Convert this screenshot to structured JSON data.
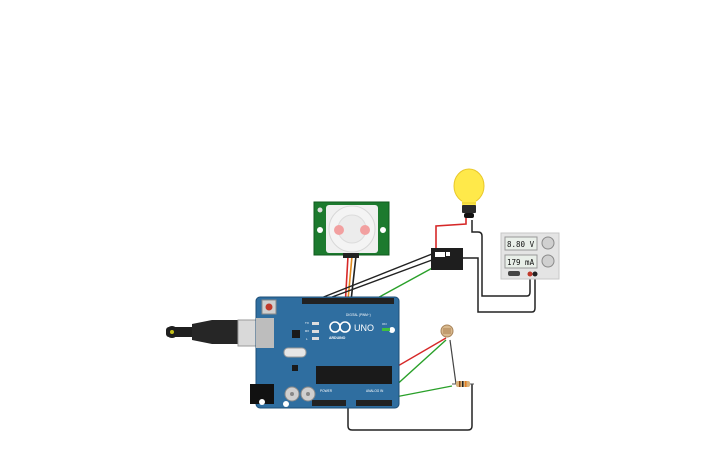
{
  "arduino": {
    "brand": "ARDUINO",
    "model": "UNO",
    "digital_header": "DIGITAL (PWM~)",
    "power_header": "POWER",
    "analog_header": "ANALOG IN",
    "aref": "AREF",
    "gnd": "GND",
    "tx": "TX",
    "rx": "RX",
    "l": "L",
    "on": "ON"
  },
  "power_supply": {
    "voltage": "8.80 V",
    "current": "179 mA"
  },
  "colors": {
    "board": "#2f6ea0",
    "wire_red": "#d62828",
    "wire_black": "#222222",
    "wire_green": "#2aa02a",
    "wire_orange": "#e08a1e",
    "bulb": "#ffe94a",
    "pir_board": "#1c7a2e",
    "supply_body": "#e4e4e4"
  },
  "icons": {
    "bulb": "light-bulb-icon",
    "usb": "usb-plug-icon",
    "ldr": "photoresistor-icon",
    "resistor": "resistor-icon",
    "relay": "relay-icon",
    "pir": "pir-sensor-icon"
  }
}
